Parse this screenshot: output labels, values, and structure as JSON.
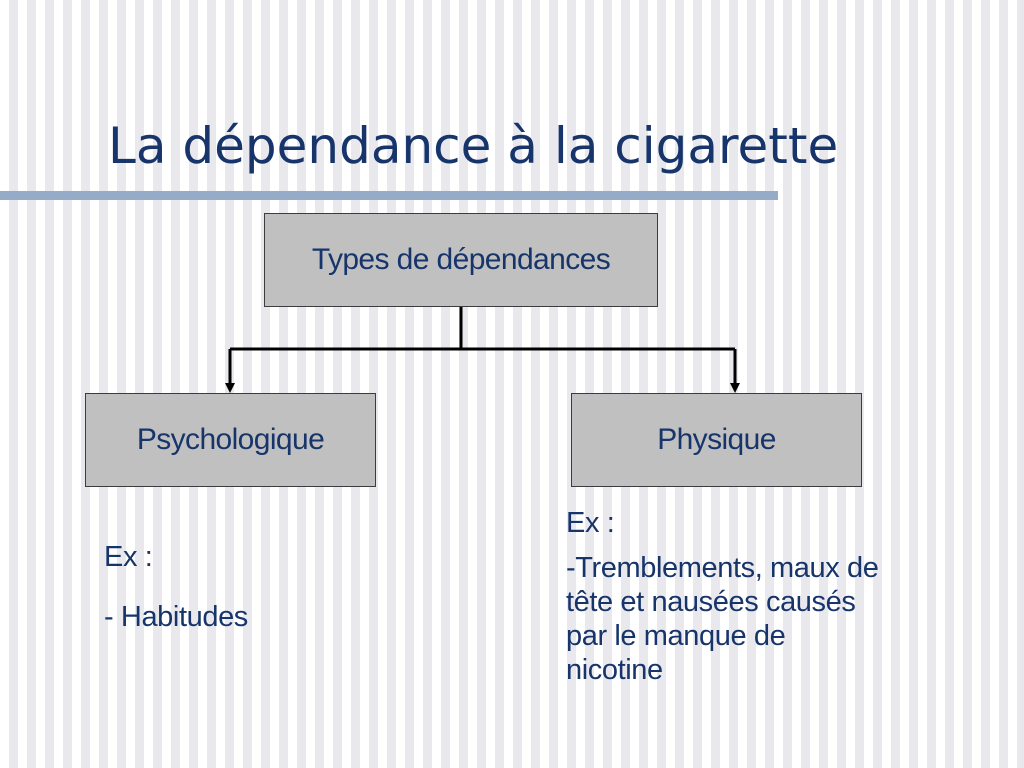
{
  "colors": {
    "text": "#17346b",
    "box_fill": "#c0c0c0",
    "rule": "#95abc7",
    "connector": "#000000"
  },
  "title": "La dépendance à la cigarette",
  "diagram": {
    "root": "Types de dépendances",
    "children": [
      "Psychologique",
      "Physique"
    ]
  },
  "notes": {
    "psychologique": {
      "label": "Ex :",
      "item": "- Habitudes"
    },
    "physique": {
      "label": "Ex :",
      "lines": [
        "-Tremblements, maux de",
        "tête et nausées causés",
        "par le manque de",
        "nicotine"
      ]
    }
  }
}
